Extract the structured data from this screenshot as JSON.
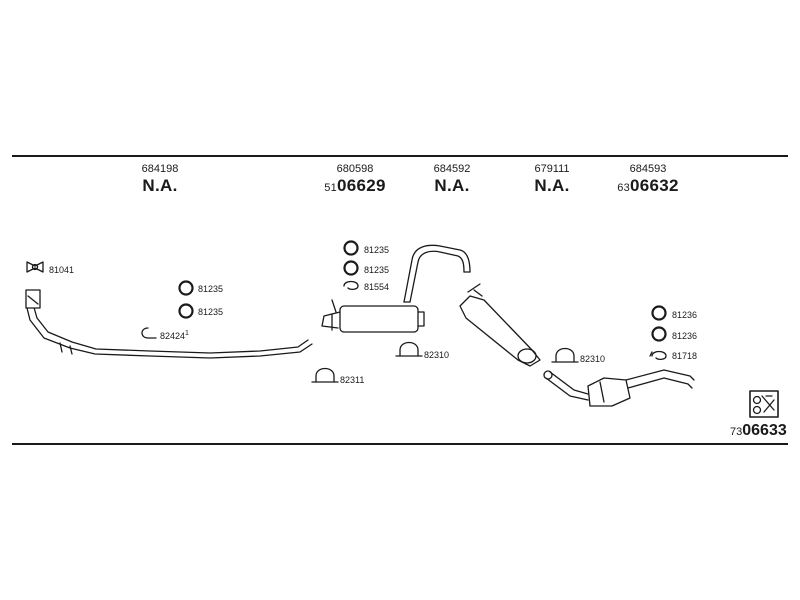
{
  "header_columns": [
    {
      "part_no": "684198",
      "code_prefix": "",
      "code": "N.A."
    },
    {
      "part_no": "680598",
      "code_prefix": "51",
      "code": "06629"
    },
    {
      "part_no": "684592",
      "code_prefix": "",
      "code": "N.A."
    },
    {
      "part_no": "679111",
      "code_prefix": "",
      "code": "N.A."
    },
    {
      "part_no": "684593",
      "code_prefix": "63",
      "code": "06632"
    }
  ],
  "labels": {
    "l81041": "81041",
    "l81235a": "81235",
    "l81235b": "81235",
    "l82424": "82424",
    "l82424_sup": "1",
    "l81235c": "81235",
    "l81235d": "81235",
    "l81554": "81554",
    "l82310a": "82310",
    "l82311": "82311",
    "l82310b": "82310",
    "l81236a": "81236",
    "l81236b": "81236",
    "l81718": "81718"
  },
  "footer": {
    "code_prefix": "73",
    "code": "06633"
  },
  "colors": {
    "line": "#1a1a1a",
    "background": "#ffffff"
  }
}
